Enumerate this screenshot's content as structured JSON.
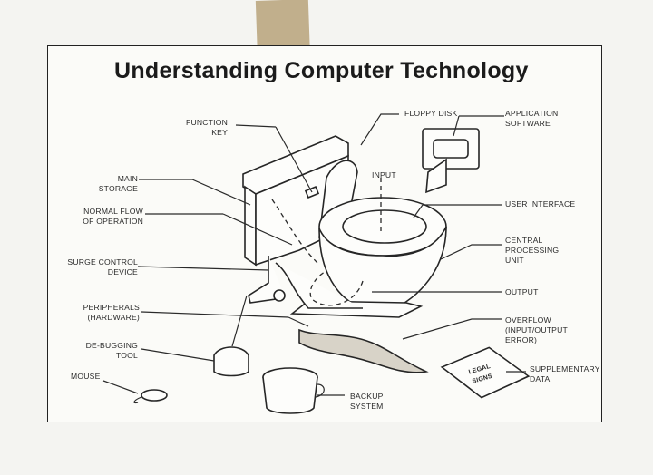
{
  "title": "Understanding Computer Technology",
  "labels": {
    "function_key": "FUNCTION\nKEY",
    "floppy_disk": "FLOPPY DISK",
    "application_software": "APPLICATION\nSOFTWARE",
    "input": "INPUT",
    "main_storage": "MAIN\nSTORAGE",
    "normal_flow": "NORMAL FLOW\nOF OPERATION",
    "user_interface": "USER INTERFACE",
    "central_processing_unit": "CENTRAL\nPROCESSING\nUNIT",
    "surge_control_device": "SURGE CONTROL\nDEVICE",
    "output": "OUTPUT",
    "peripherals": "PERIPHERALS\n(HARDWARE)",
    "overflow": "OVERFLOW\n(INPUT/OUTPUT\nERROR)",
    "debugging_tool": "DE-BUGGING\nTOOL",
    "supplementary_data": "SUPPLEMENTARY\nDATA",
    "mouse": "MOUSE",
    "backup_system": "BACKUP\nSYSTEM",
    "newspaper_text": "LEGAL\nSIGNS"
  }
}
